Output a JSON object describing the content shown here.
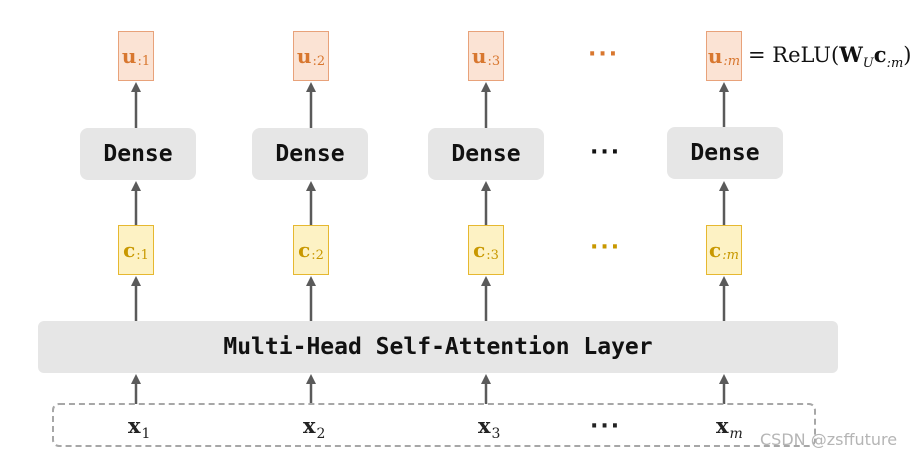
{
  "columns": [
    {
      "u_main": "u",
      "u_sub": ":1",
      "c_main": "c",
      "c_sub": ":1",
      "x_main": "x",
      "x_sub": "1"
    },
    {
      "u_main": "u",
      "u_sub": ":2",
      "c_main": "c",
      "c_sub": ":2",
      "x_main": "x",
      "x_sub": "2"
    },
    {
      "u_main": "u",
      "u_sub": ":3",
      "c_main": "c",
      "c_sub": ":3",
      "x_main": "x",
      "x_sub": "3"
    },
    {
      "u_main": "u",
      "u_sub": ":m",
      "c_main": "c",
      "c_sub": ":m",
      "x_main": "x",
      "x_sub": "m"
    }
  ],
  "dense_label": "Dense",
  "attention_layer_label": "Multi-Head Self-Attention Layer",
  "ellipsis": "···",
  "formula": {
    "prefix": "= ReLU(",
    "w": "W",
    "w_sub": "U",
    "c": "c",
    "c_sub": ":m",
    "suffix": ")"
  },
  "watermark": "CSDN @zsffuture",
  "colors": {
    "u_box_fill": "#fbe3d4",
    "u_text": "#d8772f",
    "c_box_fill": "#fdf2c4",
    "c_text": "#c89800",
    "block_fill": "#e6e6e6",
    "arrow": "#5a5a5a"
  }
}
